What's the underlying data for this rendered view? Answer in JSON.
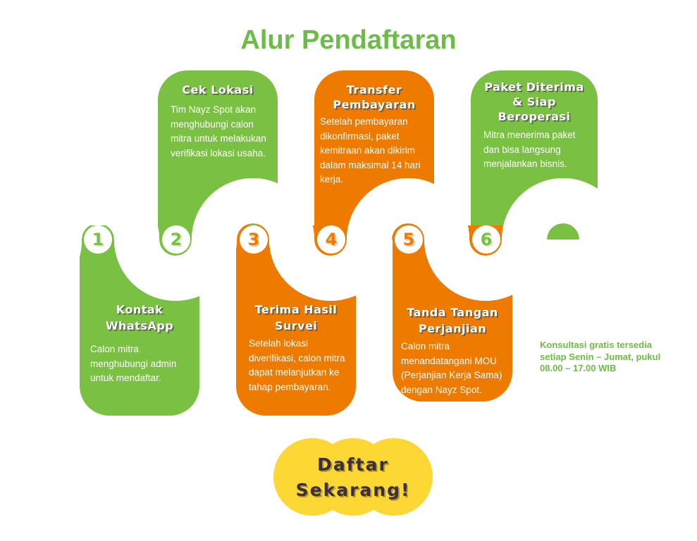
{
  "title": "Alur Pendaftaran",
  "steps": [
    {
      "number": "1",
      "title": "Kontak WhatsApp",
      "body": "Calon mitra menghubungi admin untuk mendaftar."
    },
    {
      "number": "2",
      "title": "Cek Lokasi",
      "body": "Tim Nayz Spot akan menghubungi calon mitra untuk melakukan verifikasi lokasi usaha."
    },
    {
      "number": "3",
      "title": "Terima Hasil Survei",
      "body": "Setelah lokasi diverifikasi, calon mitra dapat melanjutkan ke tahap pembayaran."
    },
    {
      "number": "4",
      "title": "Transfer Pembayaran",
      "body": "Setelah pembayaran dikonfirmasi, paket kemitraan akan dikirim dalam maksimal 14 hari kerja."
    },
    {
      "number": "5",
      "title": "Tanda Tangan Perjanjian",
      "body": "Calon mitra menandatangani MOU (Perjanjian Kerja Sama) dengan Nayz Spot."
    },
    {
      "number": "6",
      "title": "Paket Diterima & Siap Beroperasi",
      "body": "Mitra menerima paket dan bisa langsung menjalankan bisnis."
    }
  ],
  "note": "Konsultasi gratis tersedia setiap Senin – Jumat, pukul 08.00 – 17.00 WIB",
  "cta": "Daftar Sekarang!",
  "colors": {
    "green": "#7ac143",
    "orange": "#ee7a00",
    "yellow": "#fdd835",
    "road": "#505050"
  }
}
